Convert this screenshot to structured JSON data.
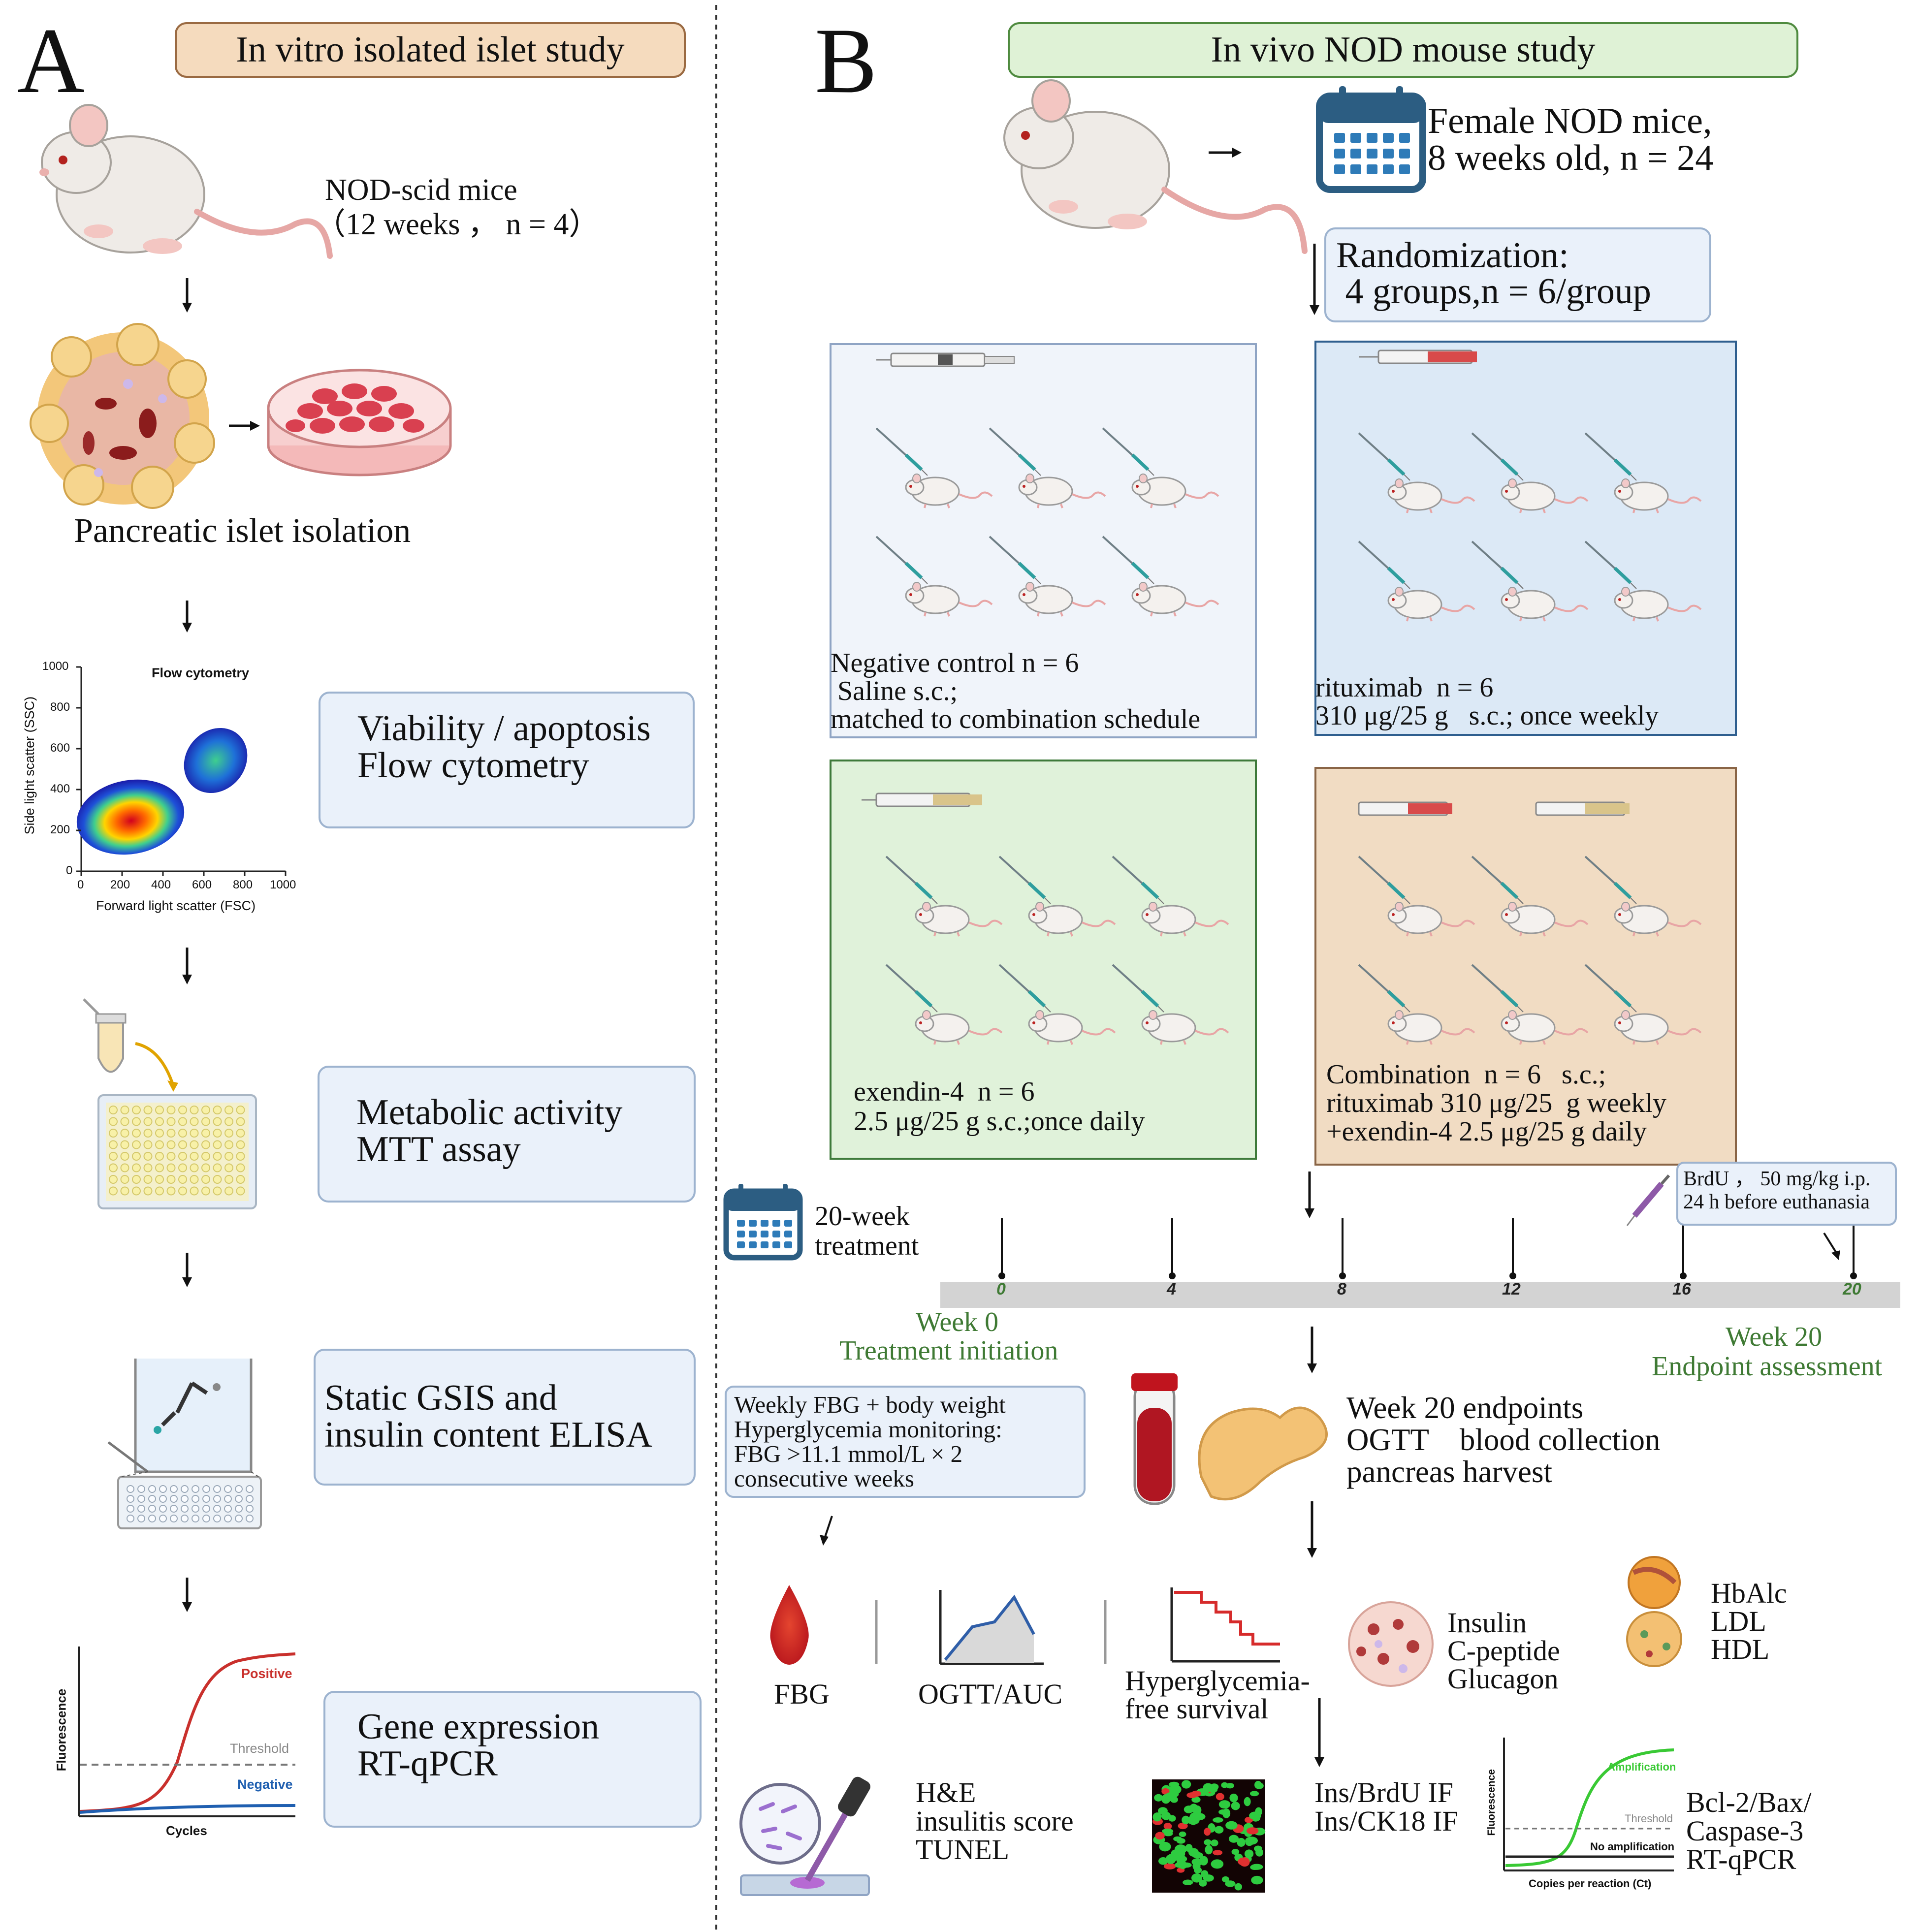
{
  "panel_a": {
    "letter": "A",
    "header": "In vitro isolated islet study",
    "mice_label": "NOD-scid mice",
    "mice_detail": "（12 weeks ， n = 4）",
    "isolation_label": "Pancreatic islet isolation",
    "flow_plot": {
      "title": "Flow cytometry",
      "xlabel": "Forward light scatter (FSC)",
      "ylabel": "Side light scatter (SSC)",
      "xticks": [
        "0",
        "200",
        "400",
        "600",
        "800",
        "1000"
      ],
      "yticks": [
        "0",
        "200",
        "400",
        "600",
        "800",
        "1000"
      ]
    },
    "box1_line1": "Viability / apoptosis",
    "box1_line2": "Flow cytometry",
    "box2_line1": "Metabolic activity",
    "box2_line2": "MTT assay",
    "box3_line1": "Static GSIS and",
    "box3_line2": "insulin content ELISA",
    "box4_line1": "Gene expression",
    "box4_line2": "RT-qPCR",
    "qpcr_plot": {
      "ylabel": "Fluorescence",
      "xlabel": "Cycles",
      "positive": "Positive",
      "threshold": "Threshold",
      "negative": "Negative"
    }
  },
  "panel_b": {
    "letter": "B",
    "header": "In vivo NOD mouse study",
    "mice_line1": "Female NOD mice,",
    "mice_line2": "8 weeks old, n = 24",
    "random_line1": "Randomization:",
    "random_line2": " 4 groups,n = 6/group",
    "groups": [
      {
        "line1": "Negative control n = 6",
        "line2": " Saline s.c.;",
        "line3": "matched to combination schedule",
        "color": "#f0f4fa",
        "border": "#8fa4c4"
      },
      {
        "line1": "rituximab  n = 6",
        "line2": "310 μg/25 g   s.c.; once weekly",
        "line3": "",
        "color": "#dce9f6",
        "border": "#2f5f8f"
      },
      {
        "line1": "exendin-4  n = 6",
        "line2": "2.5 μg/25 g s.c.;once daily",
        "line3": "",
        "color": "#e0f2da",
        "border": "#3e7a3a"
      },
      {
        "line1": "Combination  n = 6   s.c.;",
        "line2": "rituximab 310 μg/25  g weekly",
        "line3": "+exendin-4 2.5 μg/25 g daily",
        "color": "#f1dcc3",
        "border": "#8a6546"
      }
    ],
    "brdu_line1": "BrdU ， 50 mg/kg i.p.",
    "brdu_line2": "24 h before euthanasia",
    "treatment_line1": "20-week",
    "treatment_line2": "treatment",
    "timeline_ticks": [
      "0",
      "4",
      "8",
      "12",
      "16",
      "20"
    ],
    "week0_line1": "Week 0",
    "week0_line2": "Treatment initiation",
    "week20_line1": "Week 20",
    "week20_line2": "Endpoint assessment",
    "monitor_line1": "Weekly FBG + body weight",
    "monitor_line2": "Hyperglycemia monitoring:",
    "monitor_line3": "FBG >11.1 mmol/L × 2",
    "monitor_line4": "consecutive weeks",
    "endpoints_line1": "Week 20 endpoints",
    "endpoints_line2": "OGTT    blood collection",
    "endpoints_line3": "pancreas harvest",
    "fbg_label": "FBG",
    "ogtt_label": "OGTT/AUC",
    "survival_line1": "Hyperglycemia-",
    "survival_line2": "free survival",
    "hormones_line1": "Insulin",
    "hormones_line2": "C-peptide",
    "hormones_line3": "Glucagon",
    "lipids_line1": "HbAlc",
    "lipids_line2": "LDL",
    "lipids_line3": "HDL",
    "histo_line1": "H&E",
    "histo_line2": "insulitis score",
    "histo_line3": "TUNEL",
    "if_line1": "Ins/BrdU IF",
    "if_line2": "Ins/CK18 IF",
    "qpcr_line1": "Bcl-2/Bax/",
    "qpcr_line2": "Caspase-3",
    "qpcr_line3": "RT-qPCR",
    "qpcr2_plot": {
      "ylabel": "Fluorescence",
      "xlabel": "Copies per reaction (Ct)",
      "amplification": "Amplification",
      "threshold": "Threshold",
      "no_amplification": "No amplification"
    }
  }
}
